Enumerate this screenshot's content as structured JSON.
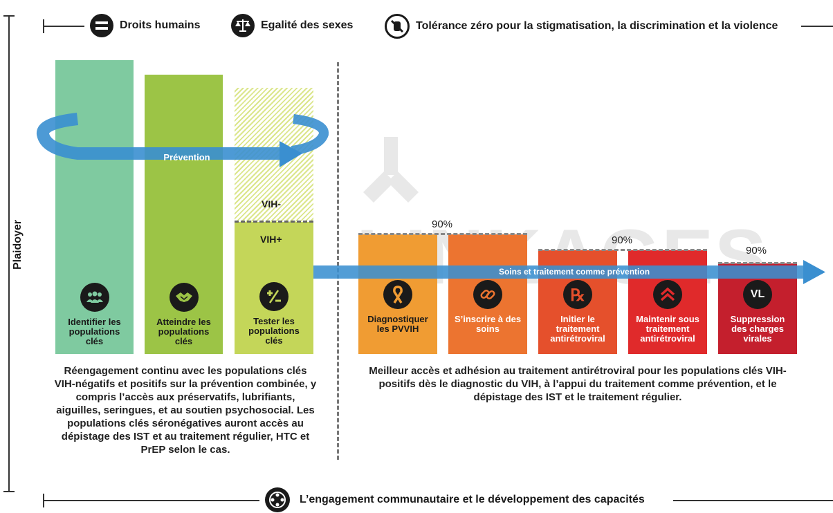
{
  "header": {
    "items": [
      {
        "label": "Droits humains",
        "icon": "equals-icon"
      },
      {
        "label": "Egalité des sexes",
        "icon": "scales-icon"
      },
      {
        "label": "Tolérance zéro pour la stigmatisation, la discrimination et la violence",
        "icon": "stop-hand-icon"
      }
    ]
  },
  "side_label": "Plaidoyer",
  "watermark": "LINKAGES",
  "prevention_label": "Prévention",
  "care_label": "Soins et traitement comme prévention",
  "vih_neg": "VIH-",
  "vih_pos": "VIH+",
  "targets": [
    "90%",
    "90%",
    "90%"
  ],
  "steps": [
    {
      "label": "Identifier les populations clés",
      "icon": "people-icon",
      "color": "#7fcaa0"
    },
    {
      "label": "Atteindre les populations clés",
      "icon": "handshake-icon",
      "color": "#9cc446"
    },
    {
      "label": "Tester les populations clés",
      "icon": "plus-minus-icon",
      "color": "#c4d659"
    },
    {
      "label": "Diagnostiquer les PVVIH",
      "icon": "ribbon-icon",
      "color": "#f09c33"
    },
    {
      "label": "S’inscrire à des soins",
      "icon": "link-icon",
      "color": "#ec7430"
    },
    {
      "label": "Initier le traitement antirétroviral",
      "icon": "rx-icon",
      "color": "#e5502c"
    },
    {
      "label": "Maintenir sous traitement antirétroviral",
      "icon": "chevrons-up-icon",
      "color": "#e02a2b"
    },
    {
      "label": "Suppression des charges virales",
      "icon": "vl-icon",
      "color": "#c41f2d"
    }
  ],
  "left_description": "Réengagement continu avec les populations clés VIH-négatifs et positifs sur la prévention combinée, y compris l’accès aux préservatifs, lubrifiants, aiguilles, seringues, et au soutien psychosocial. Les populations clés séronégatives auront accès au dépistage des IST et au traitement régulier, HTC et PrEP selon le cas.",
  "right_description": "Meilleur accès et adhésion au traitement antirétroviral pour les populations clés VIH-positifs dès le diagnostic du VIH, à l’appui du traitement comme prévention, et le dépistage des IST et le traitement régulier.",
  "footer": {
    "label": "L’engagement communautaire et le développement des capacités",
    "icon": "community-icon"
  }
}
